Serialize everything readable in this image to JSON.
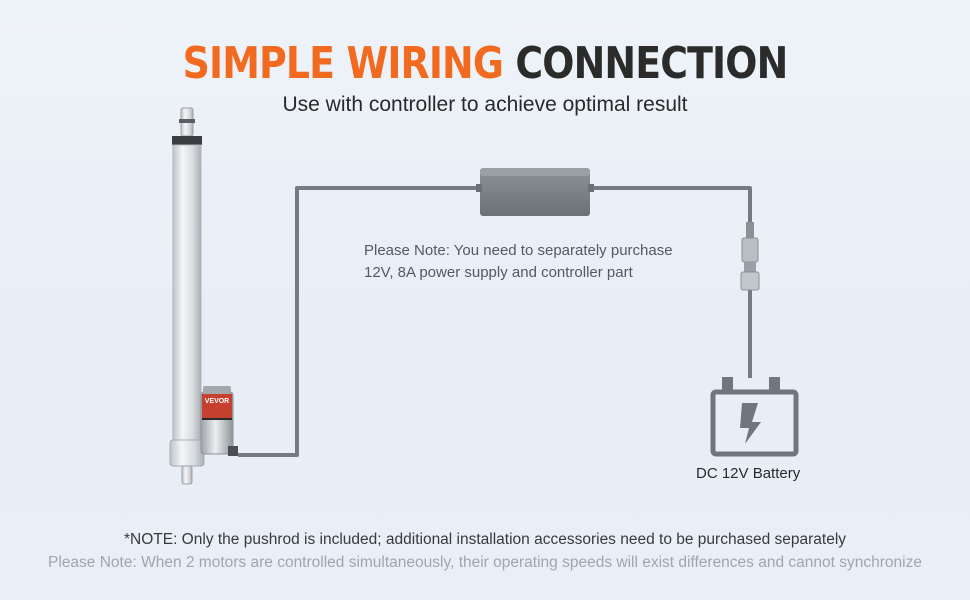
{
  "header": {
    "title_accent": "SIMPLE WIRING",
    "title_dark": "CONNECTION",
    "subtitle": "Use with controller to achieve optimal result"
  },
  "diagram": {
    "actuator_brand": "VEVOR",
    "power_note_line1": "Please Note: You need to separately purchase",
    "power_note_line2": "12V, 8A power supply and controller part",
    "battery_label": "DC 12V Battery"
  },
  "footer": {
    "note1": "*NOTE: Only the pushrod is included; additional installation accessories need to be purchased separately",
    "note2": "Please Note: When 2 motors are controlled simultaneously, their operating speeds will exist differences and cannot synchronize"
  },
  "colors": {
    "accent": "#f26a1f",
    "wire": "#747b83",
    "battery": "#6f767d"
  }
}
